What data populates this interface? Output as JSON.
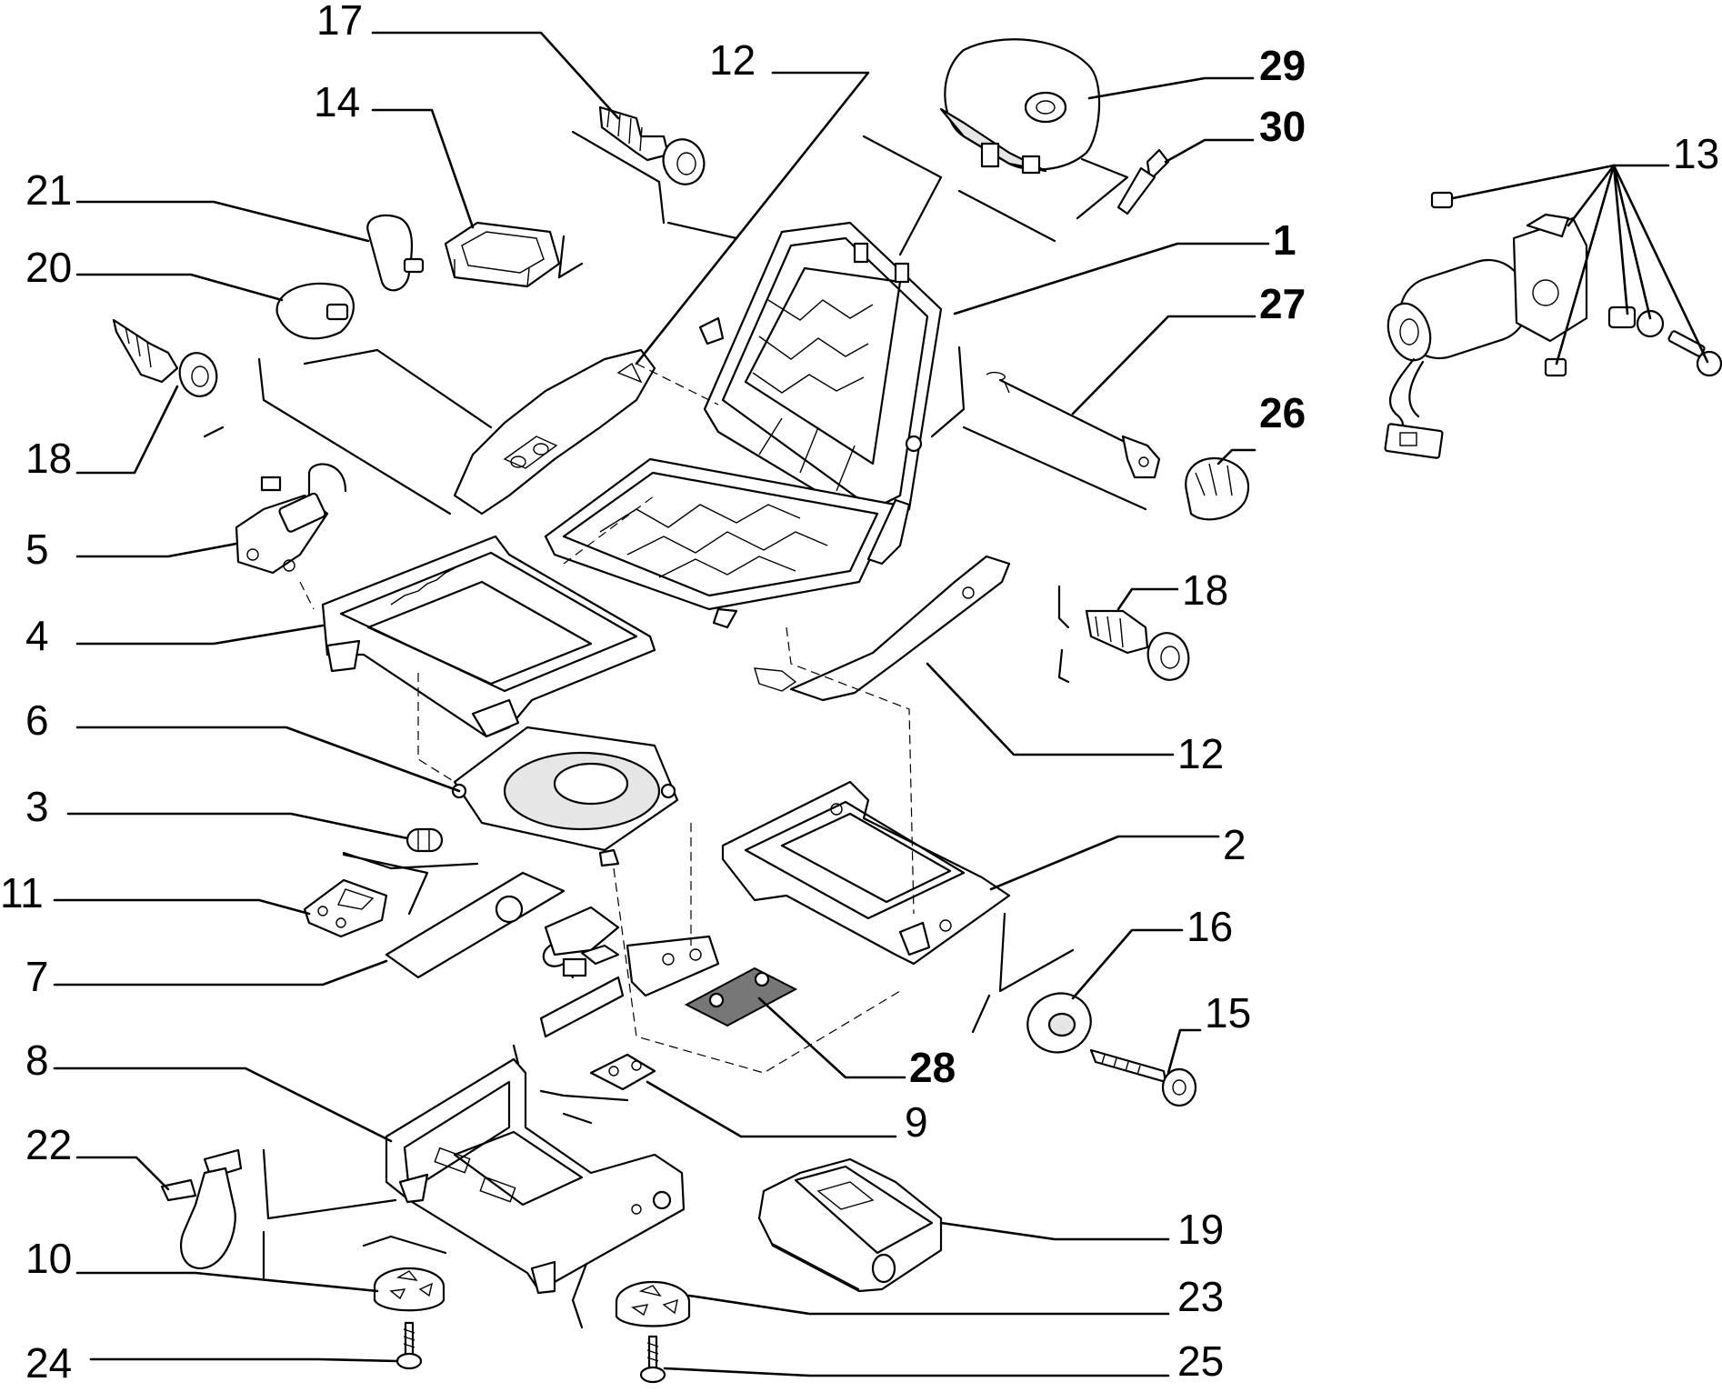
{
  "labels": {
    "l1": "1",
    "l2": "2",
    "l3": "3",
    "l4": "4",
    "l5": "5",
    "l6": "6",
    "l7": "7",
    "l8": "8",
    "l9": "9",
    "l10": "10",
    "l11": "11",
    "l12a": "12",
    "l12b": "12",
    "l13": "13",
    "l14": "14",
    "l15": "15",
    "l16": "16",
    "l17": "17",
    "l18a": "18",
    "l18b": "18",
    "l19": "19",
    "l20": "20",
    "l21": "21",
    "l22": "22",
    "l23": "23",
    "l24": "24",
    "l25": "25",
    "l26": "26",
    "l27": "27",
    "l28": "28",
    "l29": "29",
    "l30": "30"
  }
}
